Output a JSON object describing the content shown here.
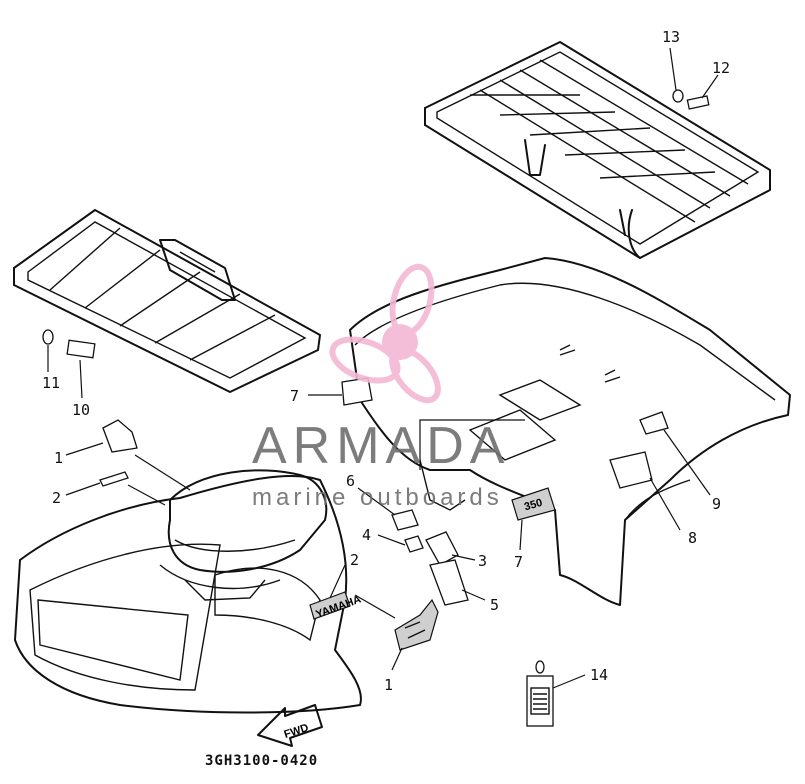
{
  "diagram": {
    "part_number": "3GH3100-0420",
    "callouts": [
      "1",
      "2",
      "3",
      "4",
      "5",
      "6",
      "7",
      "8",
      "9",
      "10",
      "11",
      "12",
      "13",
      "14",
      "1",
      "2",
      "7"
    ],
    "fwd_label": "FWD",
    "rear_decal_label": "350",
    "front_decal_label": "YAMAHA"
  },
  "watermark": {
    "brand": "ARMADA",
    "tagline": "marine outboards",
    "brand_color": "#f4b8d4",
    "text_color": "#6e6e6e"
  }
}
